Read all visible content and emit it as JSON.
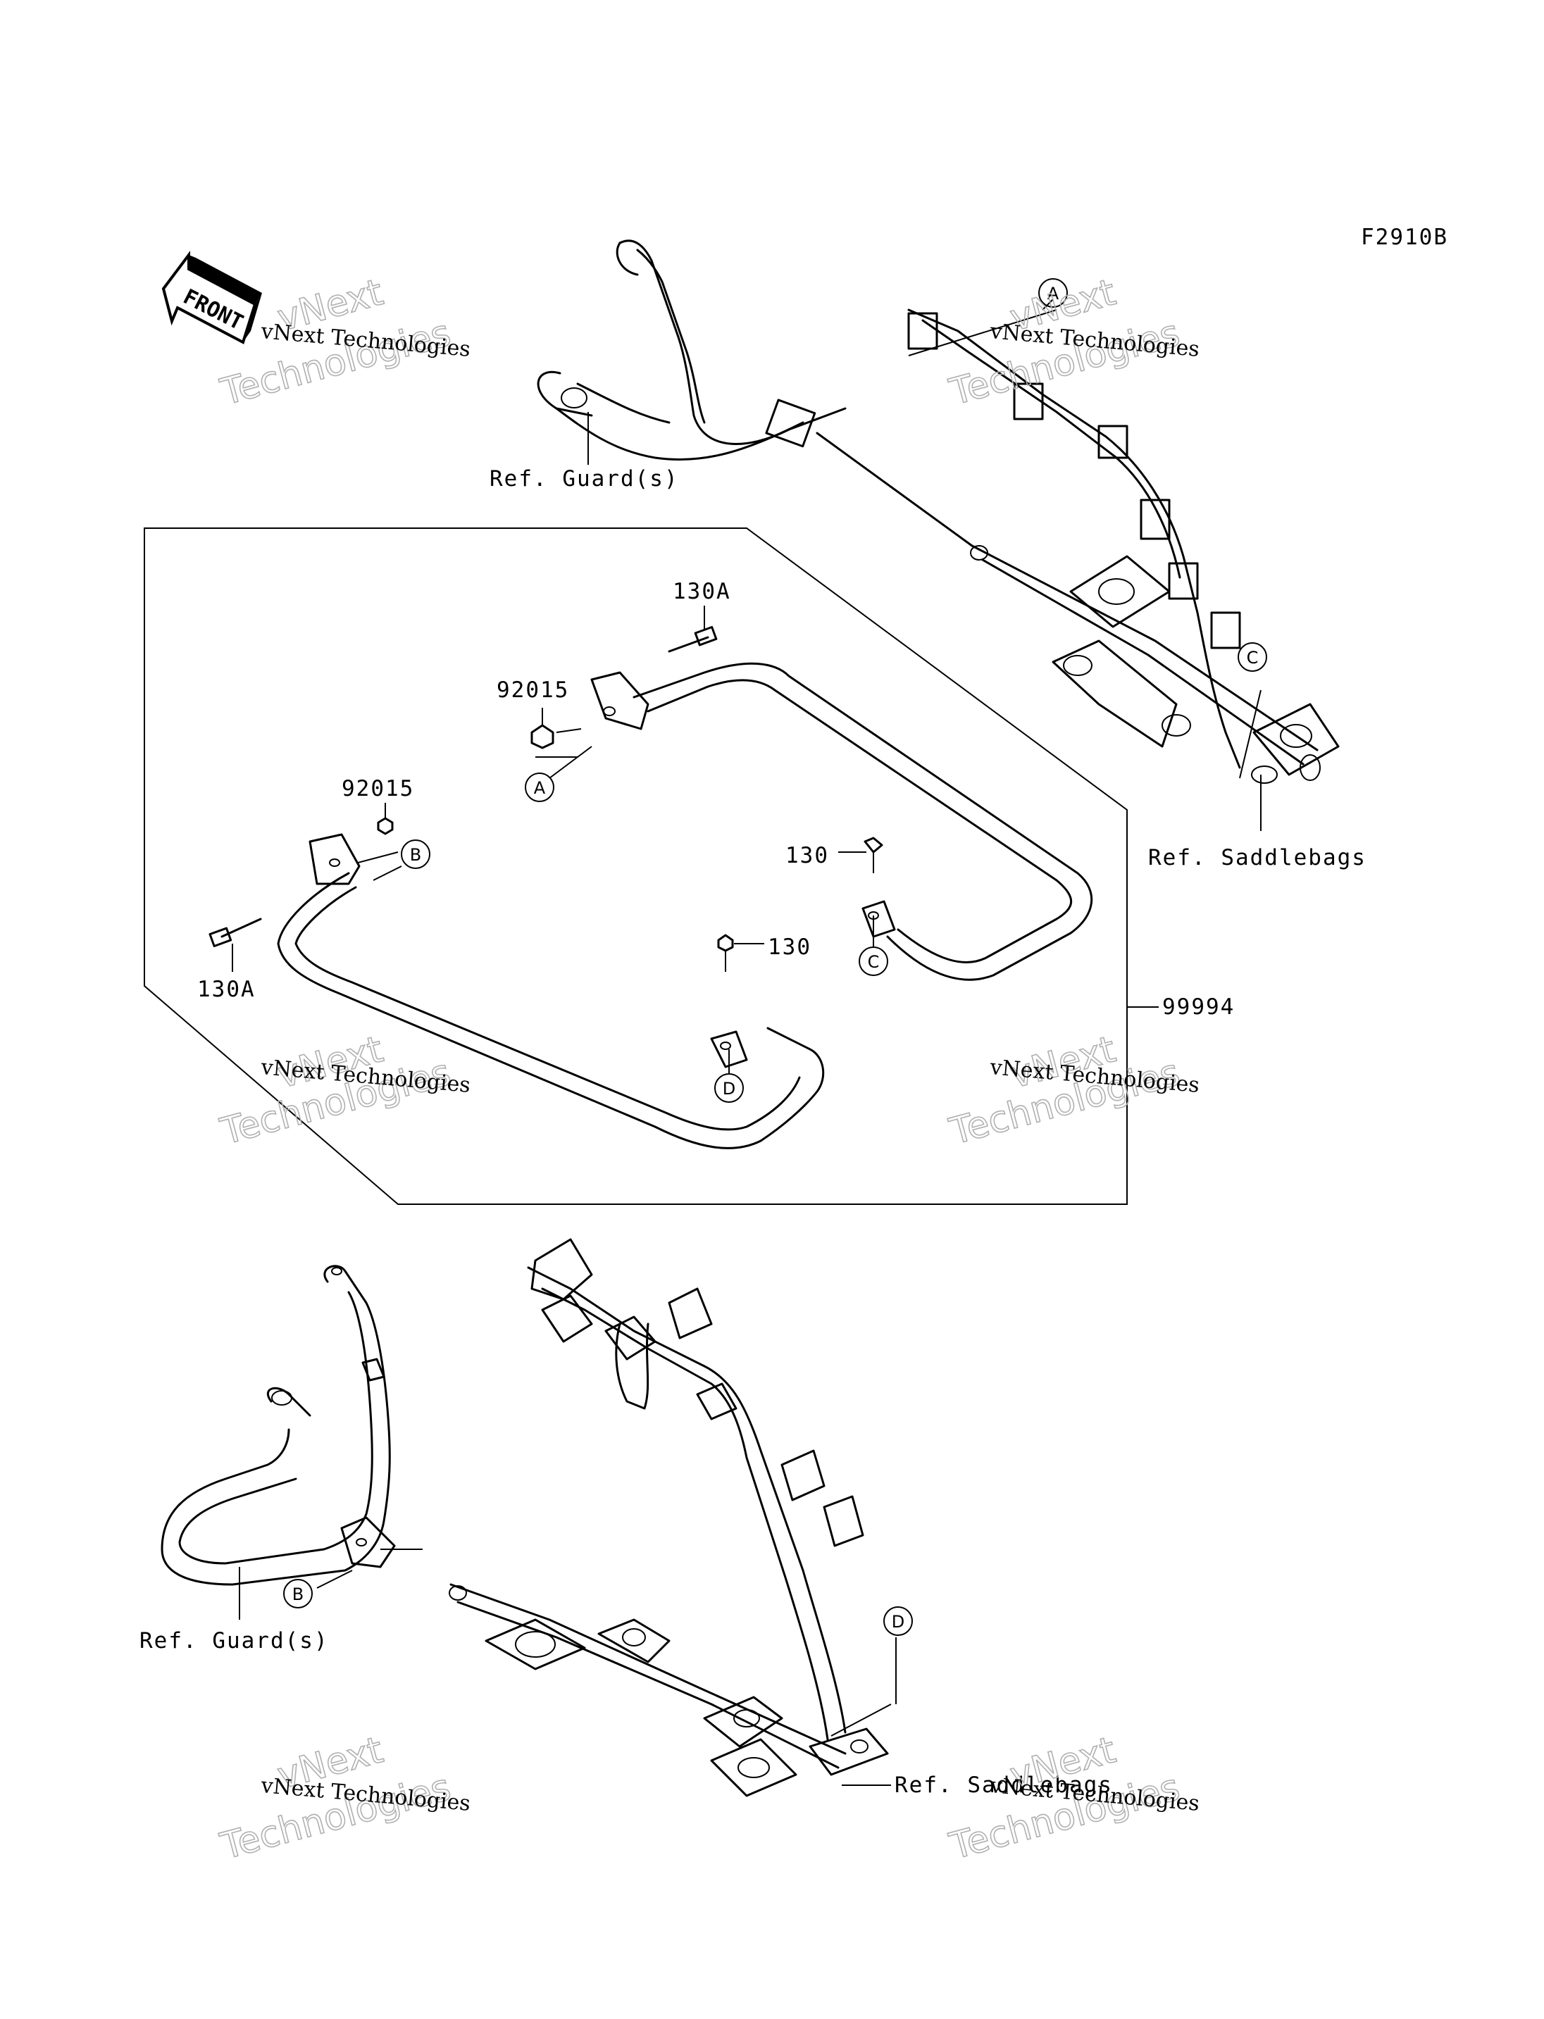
{
  "figure_code": "F2910B",
  "front_arrow": {
    "label": "FRONT",
    "icon": "front-arrow-icon"
  },
  "labels": {
    "ref_guard_top": "Ref. Guard(s)",
    "ref_saddlebags_top": "Ref. Saddlebags",
    "ref_guard_bottom": "Ref. Guard(s)",
    "ref_saddlebags_bottom": "Ref. Saddlebags",
    "part_130A_top": "130A",
    "part_92015_upper": "92015",
    "part_92015_left": "92015",
    "part_130_right": "130",
    "part_130_mid": "130",
    "part_130A_bottom": "130A",
    "part_99994": "99994"
  },
  "callouts": {
    "A": "A",
    "B": "B",
    "C": "C",
    "D": "D"
  },
  "watermark": {
    "line1": "vNext Technologies",
    "line2": "vNext",
    "line3": "Technologies"
  }
}
